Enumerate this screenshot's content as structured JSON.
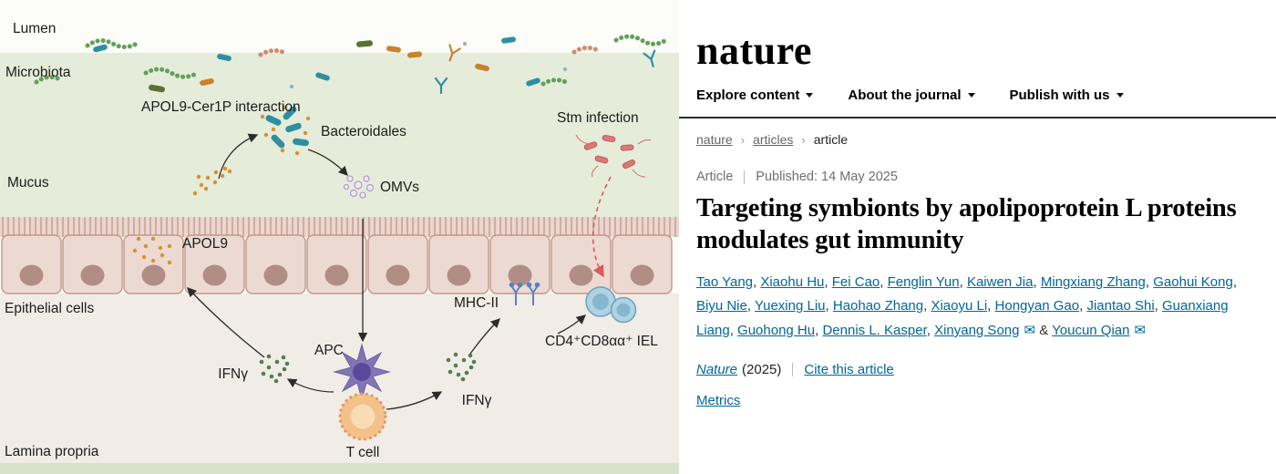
{
  "figure": {
    "labels": {
      "lumen": "Lumen",
      "microbiota": "Microbiota",
      "apol9_cer1p": "APOL9-Cer1P interaction",
      "bacteroidales": "Bacteroidales",
      "mucus": "Mucus",
      "omvs": "OMVs",
      "apol9": "APOL9",
      "stm": "Stm infection",
      "epithelial": "Epithelial cells",
      "mhc2": "MHC-II",
      "iel": "CD4⁺CD8αα⁺ IEL",
      "ifng_left": "IFNγ",
      "ifng_right": "IFNγ",
      "apc": "APC",
      "tcell": "T cell",
      "lamina": "Lamina propria"
    },
    "colors": {
      "lumen_band": "#e5ecda",
      "epithelium": "#ecdad2",
      "apol9_dots": "#d9912f",
      "bacteria_teal": "#2f8fa0",
      "stm_red": "#d87a76",
      "ifng_green": "#4f7f52"
    }
  },
  "header": {
    "logo": "nature",
    "nav": [
      {
        "label": "Explore content"
      },
      {
        "label": "About the journal"
      },
      {
        "label": "Publish with us"
      }
    ]
  },
  "breadcrumb": {
    "separator": "›",
    "items": [
      {
        "label": "nature"
      },
      {
        "label": "articles"
      },
      {
        "label": "article"
      }
    ]
  },
  "article": {
    "type_label": "Article",
    "published_label": "Published:",
    "published_date": "14 May 2025",
    "title": "Targeting symbionts by apolipoprotein L proteins modulates gut immunity",
    "ampersand": "&",
    "envelope_icon": "✉",
    "authors": [
      {
        "name": "Tao Yang"
      },
      {
        "name": "Xiaohu Hu"
      },
      {
        "name": "Fei Cao"
      },
      {
        "name": "Fenglin Yun"
      },
      {
        "name": "Kaiwen Jia"
      },
      {
        "name": "Mingxiang Zhang"
      },
      {
        "name": "Gaohui Kong"
      },
      {
        "name": "Biyu Nie"
      },
      {
        "name": "Yuexing Liu"
      },
      {
        "name": "Haohao Zhang"
      },
      {
        "name": "Xiaoyu Li"
      },
      {
        "name": "Hongyan Gao"
      },
      {
        "name": "Jiantao Shi"
      },
      {
        "name": "Guanxiang Liang"
      },
      {
        "name": "Guohong Hu"
      },
      {
        "name": "Dennis L. Kasper"
      },
      {
        "name": "Xinyang Song",
        "envelope": true
      },
      {
        "name": "Youcun Qian",
        "envelope": true
      }
    ],
    "journal": "Nature",
    "year": "(2025)",
    "cite_label": "Cite this article",
    "metrics_label": "Metrics"
  }
}
